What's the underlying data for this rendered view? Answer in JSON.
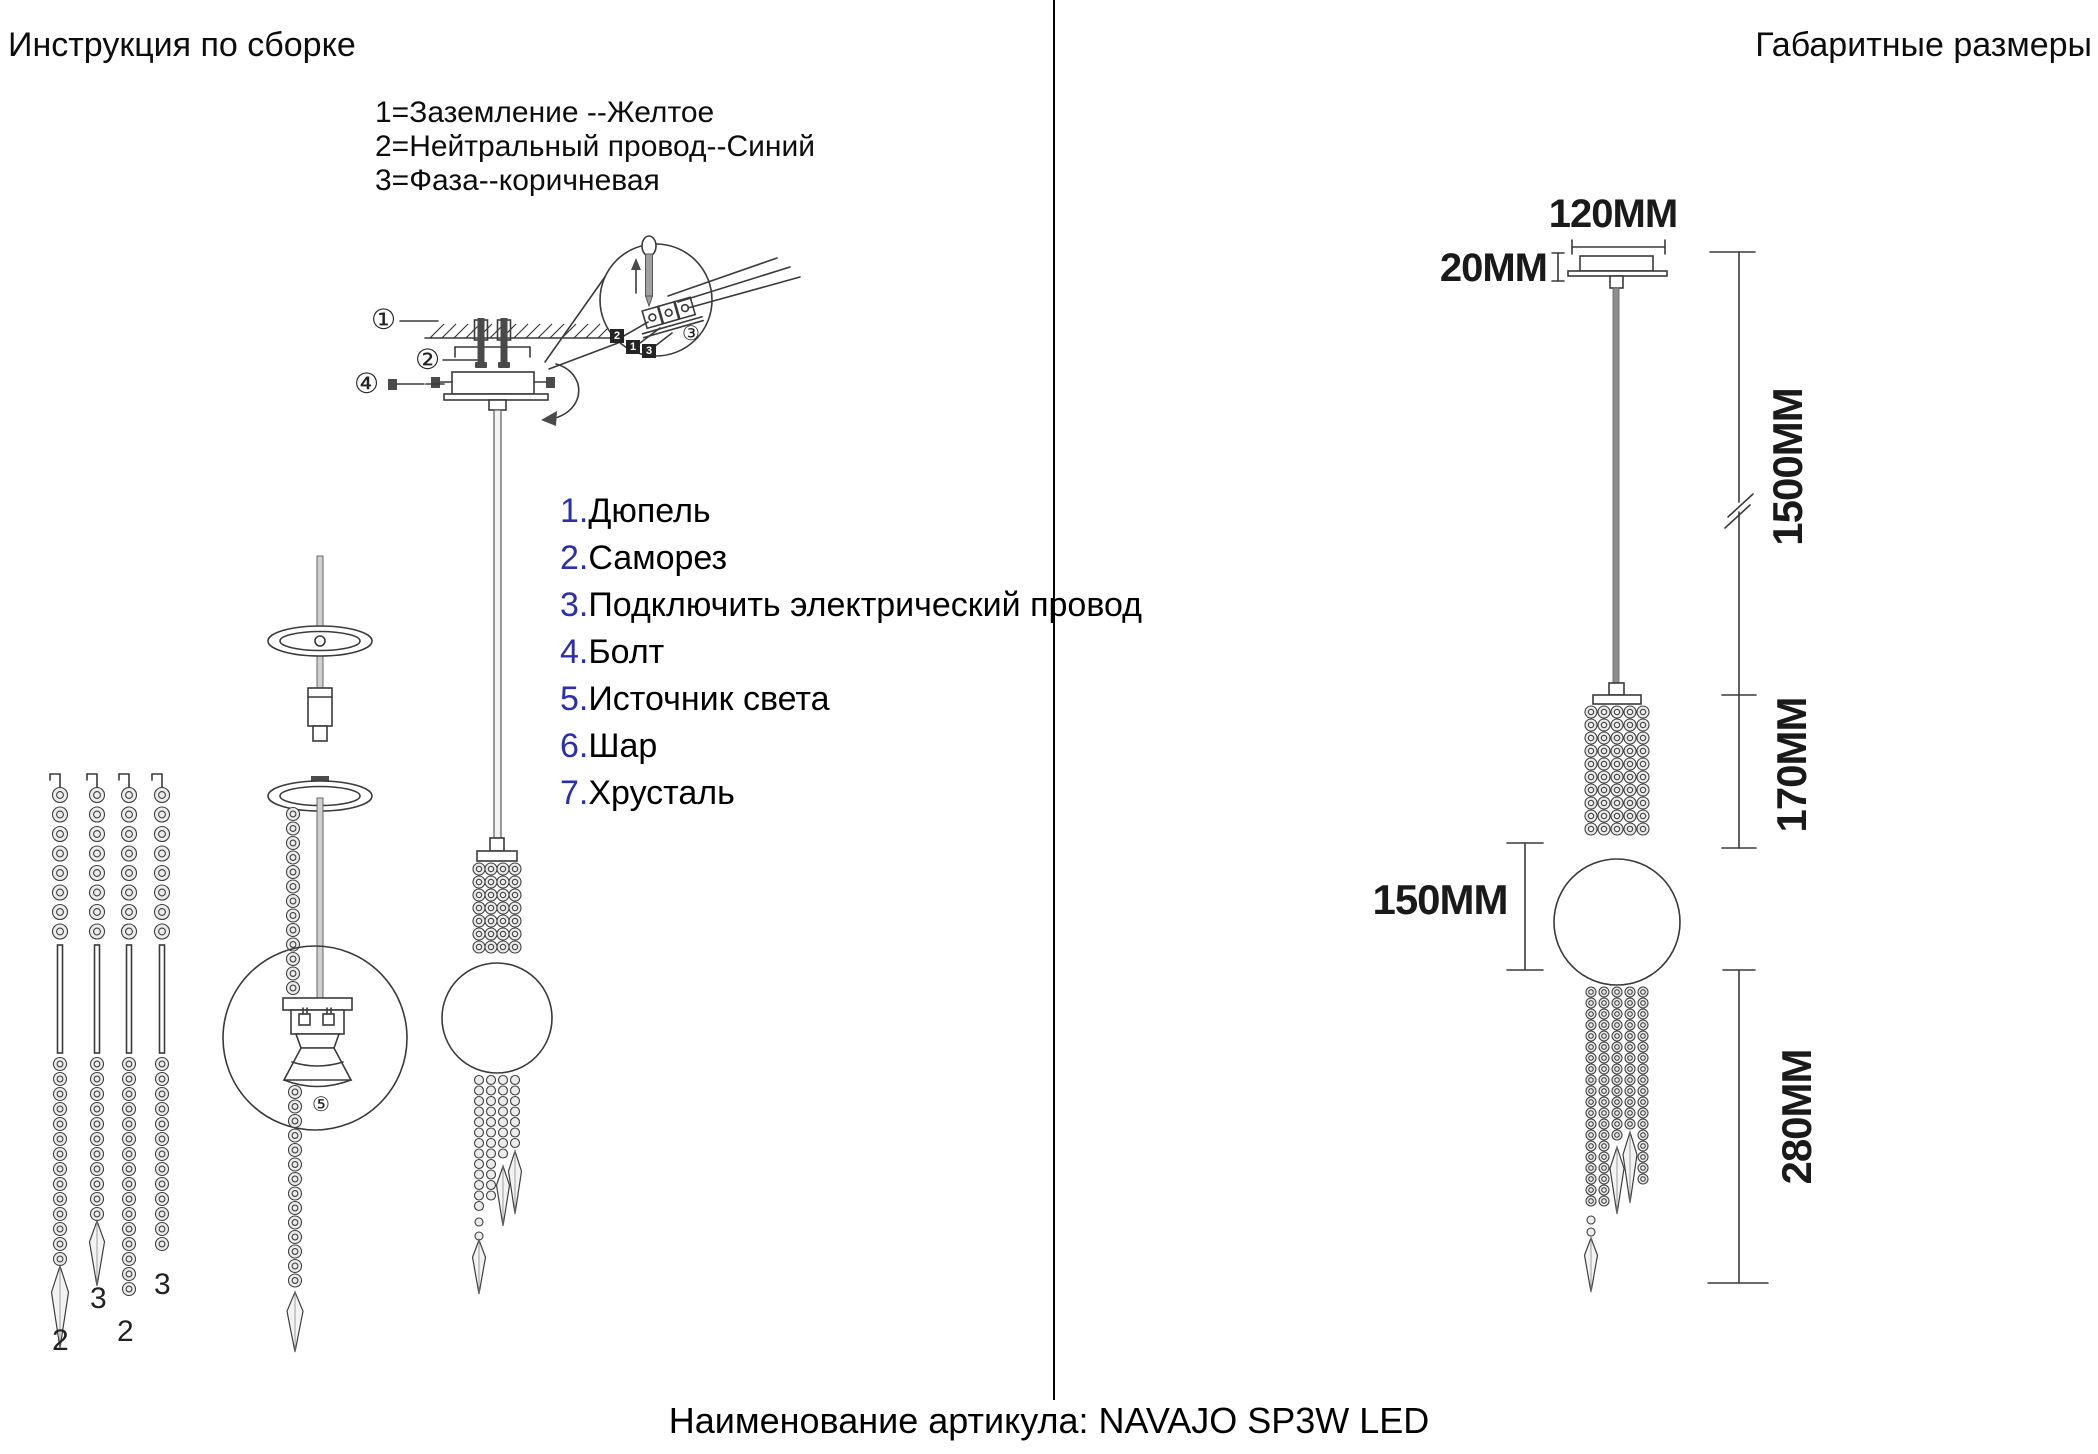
{
  "header": {
    "left_title": "Инструкция по сборке",
    "right_title": "Габаритные размеры"
  },
  "footer": {
    "text": "Наименование артикула: NAVAJO SP3W LED"
  },
  "wire_legend": [
    "1=Заземление --Желтое",
    "2=Нейтральный провод--Синий",
    "3=Фаза--коричневая"
  ],
  "parts": [
    {
      "num": "1.",
      "name": "Дюпель"
    },
    {
      "num": "2.",
      "name": "Саморез"
    },
    {
      "num": "3.",
      "name": "Подключить электрический провод"
    },
    {
      "num": "4.",
      "name": "Болт"
    },
    {
      "num": "5.",
      "name": "Источник света"
    },
    {
      "num": "6.",
      "name": "Шар"
    },
    {
      "num": "7.",
      "name": "Хрусталь"
    }
  ],
  "callouts": {
    "n1": "①",
    "n2": "②",
    "n3": "③",
    "n4": "④",
    "n5": "⑤"
  },
  "terminal_labels": [
    "2",
    "1",
    "3"
  ],
  "strand_labels": [
    "2",
    "3",
    "2",
    "3"
  ],
  "dimensions": {
    "canopy_width": "120MM",
    "canopy_height": "20MM",
    "cable_length": "1500MM",
    "upper_crystal": "170MM",
    "ball_diameter": "150MM",
    "lower_crystal": "280MM"
  },
  "colors": {
    "line": "#3a3a3a",
    "cord": "#8f8f8f",
    "list_number": "#2a2fae"
  }
}
